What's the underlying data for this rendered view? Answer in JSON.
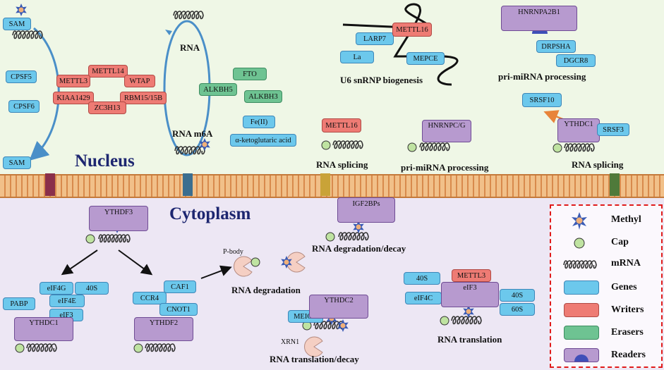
{
  "regions": {
    "nucleus": "Nucleus",
    "cytoplasm": "Cytoplasm"
  },
  "nucleus": {
    "sam_top": "SAM",
    "sam_bottom": "SAM",
    "cpsf5": "CPSF5",
    "cpsf6": "CPSF6",
    "writers": [
      "METTL14",
      "METTL3",
      "WTAP",
      "KIAA1429",
      "RBM15/15B",
      "ZC3H13"
    ],
    "rna_label": "RNA",
    "erasers": [
      "FTO",
      "ALKBH5",
      "ALKBH3"
    ],
    "cofactors": [
      "Fe(II)",
      "α-ketoglutaric acid"
    ],
    "rna_m6a_label": "RNA m6A",
    "u6": {
      "larp7": "LARP7",
      "mettl16": "METTL16",
      "la": "La",
      "mepce": "MEPCE",
      "label": "U6 snRNP biogenesis"
    },
    "pri_top": {
      "hnrnpa2b1": "HNRNPA2B1",
      "drosha": "DRPSHA",
      "dgcr8": "DGCR8",
      "label": "pri-miRNA processing"
    },
    "splice1": {
      "mettl16": "METTL16",
      "label": "RNA splicing"
    },
    "pri_mid": {
      "hnrnpc": "HNRNPC/G",
      "label": "pri-miRNA processing"
    },
    "splice2": {
      "srsf10": "SRSF10",
      "ythdc1": "YTHDC1",
      "srsf3": "SRSF3",
      "label": "RNA splicing"
    }
  },
  "cytoplasm": {
    "ythdf3": "YTHDF3",
    "left_complex": {
      "eif4g": "eIF4G",
      "s40": "40S",
      "pabp": "PABP",
      "eif4e": "eIF4E",
      "eif3": "eIF3",
      "ythdc1": "YTHDC1"
    },
    "mid_complex": {
      "caf1": "CAF1",
      "ccr4": "CCR4",
      "cnot1": "CNOT1",
      "ythdf2": "YTHDF2"
    },
    "pbody": "P-body",
    "rna_degradation": "RNA degradation",
    "igf2bps": "IGF2BPs",
    "rna_decay": "RNA degradation/decay",
    "translation_decay": {
      "meioc": "MEIOC",
      "ythdc2": "YTHDC2",
      "xrn1": "XRN1",
      "label": "RNA translation/decay"
    },
    "translation": {
      "s40a": "40S",
      "mettl3": "METTL3",
      "eif4c": "eIF4C",
      "eif3": "eIF3",
      "s40b": "40S",
      "s60": "60S",
      "label": "RNA translation"
    }
  },
  "legend": {
    "items": [
      {
        "label": "Methyl",
        "kind": "methyl"
      },
      {
        "label": "Cap",
        "kind": "cap"
      },
      {
        "label": "mRNA",
        "kind": "mrna"
      },
      {
        "label": "Genes",
        "kind": "box",
        "color": "#6cc8ec"
      },
      {
        "label": "Writers",
        "kind": "box",
        "color": "#ee7b74"
      },
      {
        "label": "Erasers",
        "kind": "box",
        "color": "#6ec392"
      },
      {
        "label": "Readers",
        "kind": "reader",
        "color": "#b79acf"
      }
    ]
  },
  "colors": {
    "gene": "#6cc8ec",
    "writer": "#ee7b74",
    "eraser": "#6ec392",
    "reader": "#b79acf",
    "legend_border": "#e01b1b",
    "region_title": "#1d2670"
  }
}
